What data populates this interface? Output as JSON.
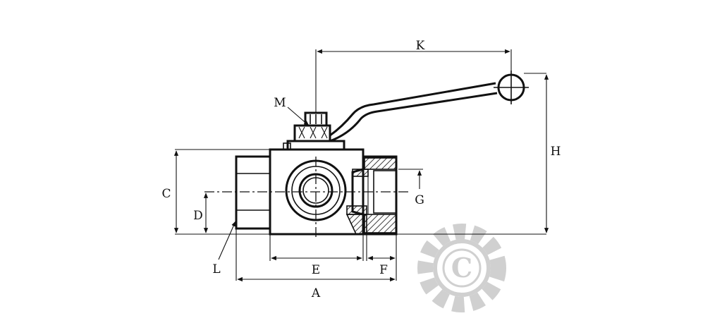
{
  "diagram": {
    "dimension_labels": {
      "A": "A",
      "C": "C",
      "D": "D",
      "E": "E",
      "F": "F",
      "G": "G",
      "H": "H",
      "K": "K",
      "L": "L",
      "M": "M"
    },
    "watermark_text": "C",
    "line_color": "#111111",
    "watermark_color": "#d0d0d0"
  }
}
